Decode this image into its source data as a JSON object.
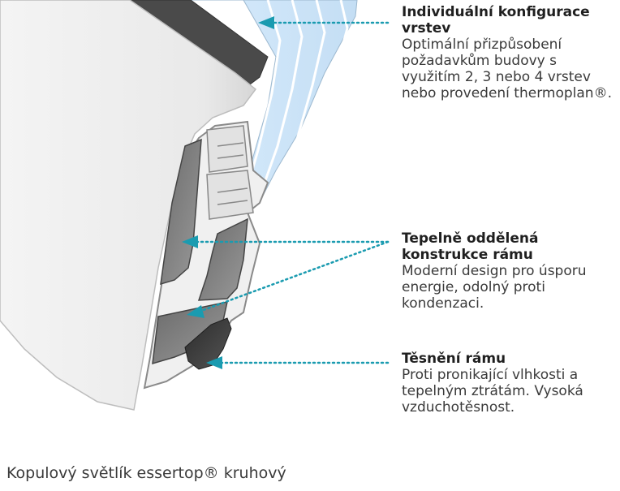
{
  "callouts": [
    {
      "title": "Individuální konfigurace vrstev",
      "description": "Optimální přizpůsobení požadavkům budovy s využitím 2, 3 nebo 4 vrstev nebo provedení thermoplan®."
    },
    {
      "title": "Tepelně oddělená konstrukce rámu",
      "description": "Moderní design pro úsporu energie, odolný proti kondenzaci."
    },
    {
      "title": "Těsnění rámu",
      "description": "Proti pronikající vlhkosti a tepelným ztrátám. Vysoká vzduchotěsnost."
    }
  ],
  "caption": "Kopulový světlík essertop® kruhový",
  "colors": {
    "accent": "#1a9bb0",
    "frame_dark": "#555555",
    "glass": "#cfe4f7"
  }
}
